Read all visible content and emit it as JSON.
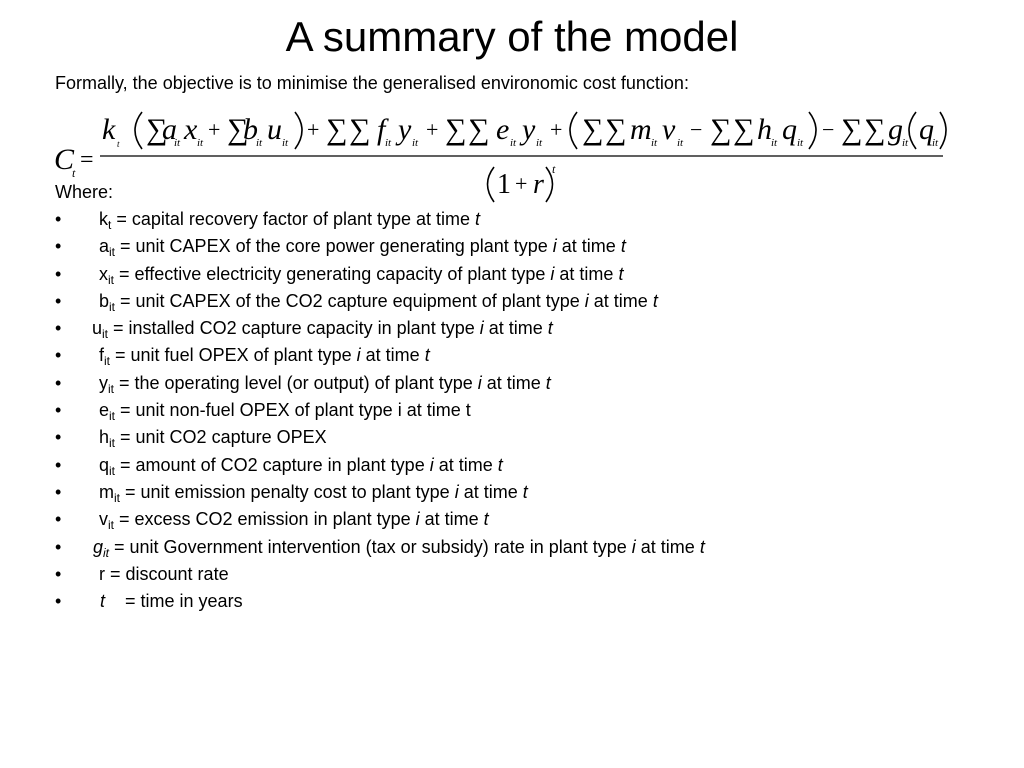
{
  "title": "A summary of the model",
  "intro": "Formally, the objective is to minimise the generalised environomic cost function:",
  "formula": {
    "lhs": "C",
    "lhs_sub": "t",
    "equals": "=",
    "k": "k",
    "k_sub": "t",
    "sum": "∑",
    "plus": "+",
    "minus": "−",
    "a": "a",
    "x": "x",
    "b": "b",
    "u": "u",
    "f": "f",
    "y": "y",
    "e": "e",
    "m": "m",
    "v": "v",
    "h": "h",
    "q": "q",
    "g": "g",
    "sub_it": "it",
    "one": "1",
    "r": "r",
    "exp_t": "t"
  },
  "where_label": "Where:",
  "bullet": "•",
  "definitions": [
    {
      "symbol": "k",
      "sub": "t",
      "pre": " = capital recovery factor of plant type at time ",
      "i": "",
      "mid": "",
      "t": "t"
    },
    {
      "symbol": "a",
      "sub": "it",
      "pre": " = unit CAPEX of the core power generating plant type ",
      "i": "i",
      "mid": " at time ",
      "t": "t"
    },
    {
      "symbol": "x",
      "sub": "it",
      "pre": " = effective electricity generating capacity of plant type ",
      "i": "i",
      "mid": " at time ",
      "t": "t"
    },
    {
      "symbol": "b",
      "sub": "it",
      "pre": " = unit CAPEX of the CO2 capture equipment of plant type ",
      "i": "i",
      "mid": " at time ",
      "t": "t"
    },
    {
      "symbol": "u",
      "sub": "it",
      "pre": " = installed CO2 capture capacity in plant type ",
      "i": "i",
      "mid": " at time ",
      "t": "t"
    },
    {
      "symbol": "f",
      "sub": "it",
      "pre": " = unit fuel OPEX of plant type ",
      "i": "i",
      "mid": " at time ",
      "t": "t"
    },
    {
      "symbol": "y",
      "sub": "it",
      "pre": " = the operating level (or output) of plant type ",
      "i": "i",
      "mid": " at time ",
      "t": "t"
    },
    {
      "symbol": "e",
      "sub": "it",
      "pre": " = unit non-fuel OPEX of plant type i at time t",
      "i": "",
      "mid": "",
      "t": ""
    },
    {
      "symbol": "h",
      "sub": "it",
      "pre": " = unit CO2 capture OPEX",
      "i": "",
      "mid": "",
      "t": ""
    },
    {
      "symbol": "q",
      "sub": "it",
      "pre": " = amount of CO2 capture in plant type ",
      "i": "i",
      "mid": " at time ",
      "t": "t"
    },
    {
      "symbol": "m",
      "sub": "it",
      "pre": " = unit emission penalty cost to plant type ",
      "i": "i",
      "mid": " at time ",
      "t": "t"
    },
    {
      "symbol": "v",
      "sub": "it",
      "pre": " = excess CO2 emission in plant type ",
      "i": "i",
      "mid": " at time ",
      "t": "t"
    },
    {
      "symbol": "g",
      "sub": "it",
      "pre": " = unit Government intervention (tax or subsidy) rate in plant type ",
      "i": "i",
      "mid": " at time ",
      "t": "t"
    },
    {
      "symbol": "r",
      "sub": "",
      "pre": " = discount rate",
      "i": "",
      "mid": "",
      "t": ""
    },
    {
      "symbol": "t",
      "sub": "",
      "pre": "    = time in years",
      "i": "",
      "mid": "",
      "t": ""
    }
  ]
}
